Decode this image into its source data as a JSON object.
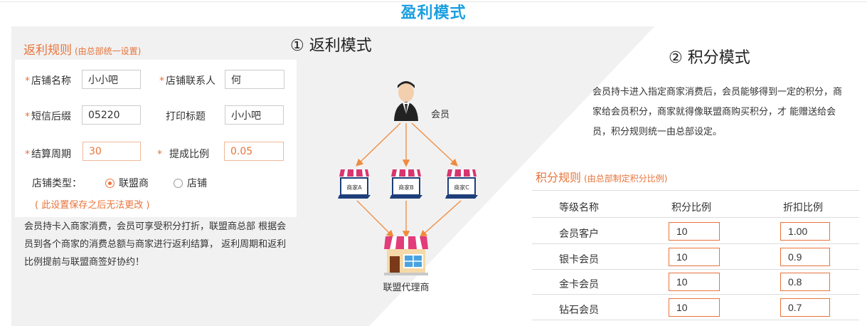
{
  "page": {
    "title": "盈利模式"
  },
  "rebate": {
    "title": "返利规则",
    "subtitle": "(由总部统一设置)",
    "fields": {
      "store_name_label": "店铺名称",
      "store_name_value": "小小吧",
      "contact_label": "店铺联系人",
      "contact_value": "何",
      "sms_suffix_label": "短信后缀",
      "sms_suffix_value": "05220",
      "print_title_label": "打印标题",
      "print_title_value": "小小吧",
      "cycle_label": "结算周期",
      "cycle_value": "30",
      "ratio_label": "提成比例",
      "ratio_value": "0.05",
      "store_type_label": "店铺类型：",
      "store_type_options": [
        "联盟商",
        "店铺"
      ],
      "store_type_selected": "联盟商",
      "required_mark": "*"
    },
    "note": "( 此设置保存之后无法更改 )",
    "description": "会员持卡入商家消费，会员可享受积分打折，联盟商总部 根据会员到各个商家的消费总额与商家进行返利结算， 返利周期和返利比例提前与联盟商签好协约！"
  },
  "mode1": {
    "title": "① 返利模式",
    "member_label": "会员",
    "stores": [
      "商家A",
      "商家B",
      "商家C"
    ],
    "agent_label": "联盟代理商",
    "icons": {
      "member": "member-icon",
      "store": "store-laptop-icon",
      "agent": "agent-store-icon"
    }
  },
  "mode2": {
    "title": "② 积分模式",
    "description": "会员持卡进入指定商家消费后，会员能够得到一定的积分，商家给会员积分，商家就得像联盟商购买积分，才 能赠送给会员，积分规则统一由总部设定。"
  },
  "points": {
    "title": "积分规则",
    "subtitle": "(由总部制定积分比例)",
    "headers": [
      "等级名称",
      "积分比例",
      "折扣比例"
    ],
    "rows": [
      {
        "name": "会员客户",
        "points": "10",
        "discount": "1.00"
      },
      {
        "name": "银卡会员",
        "points": "10",
        "discount": "0.9"
      },
      {
        "name": "金卡会员",
        "points": "10",
        "discount": "0.8"
      },
      {
        "name": "钻石会员",
        "points": "10",
        "discount": "0.7"
      }
    ]
  },
  "colors": {
    "accent": "#e8743b",
    "title_blue": "#1a9fe0",
    "panel_bg": "#f1f1f1"
  }
}
